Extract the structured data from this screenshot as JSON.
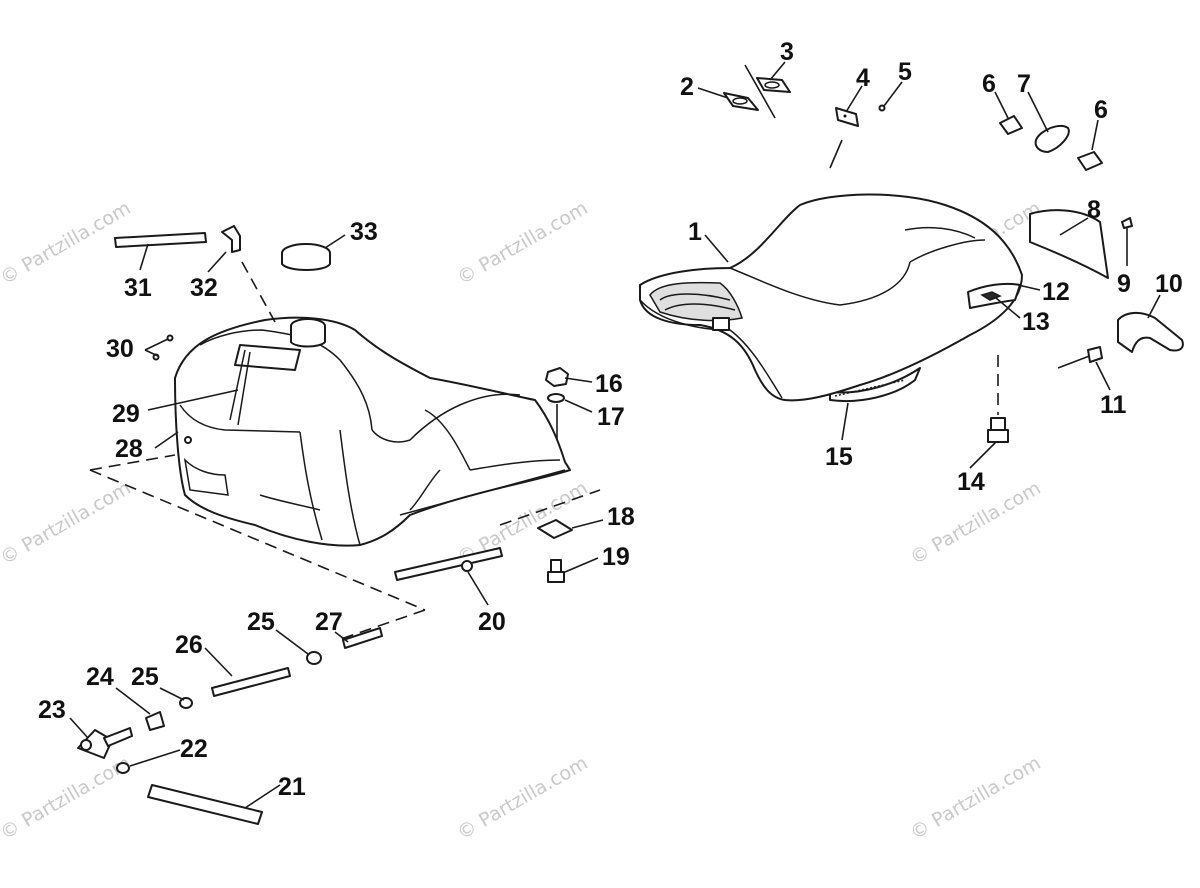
{
  "diagram": {
    "watermark_text": "© Partzilla.com",
    "callouts": [
      "1",
      "2",
      "3",
      "4",
      "5",
      "6",
      "7",
      "8",
      "9",
      "10",
      "11",
      "12",
      "13",
      "14",
      "15",
      "16",
      "17",
      "18",
      "19",
      "20",
      "21",
      "22",
      "23",
      "24",
      "25",
      "26",
      "27",
      "28",
      "29",
      "30",
      "31",
      "32",
      "33"
    ]
  }
}
